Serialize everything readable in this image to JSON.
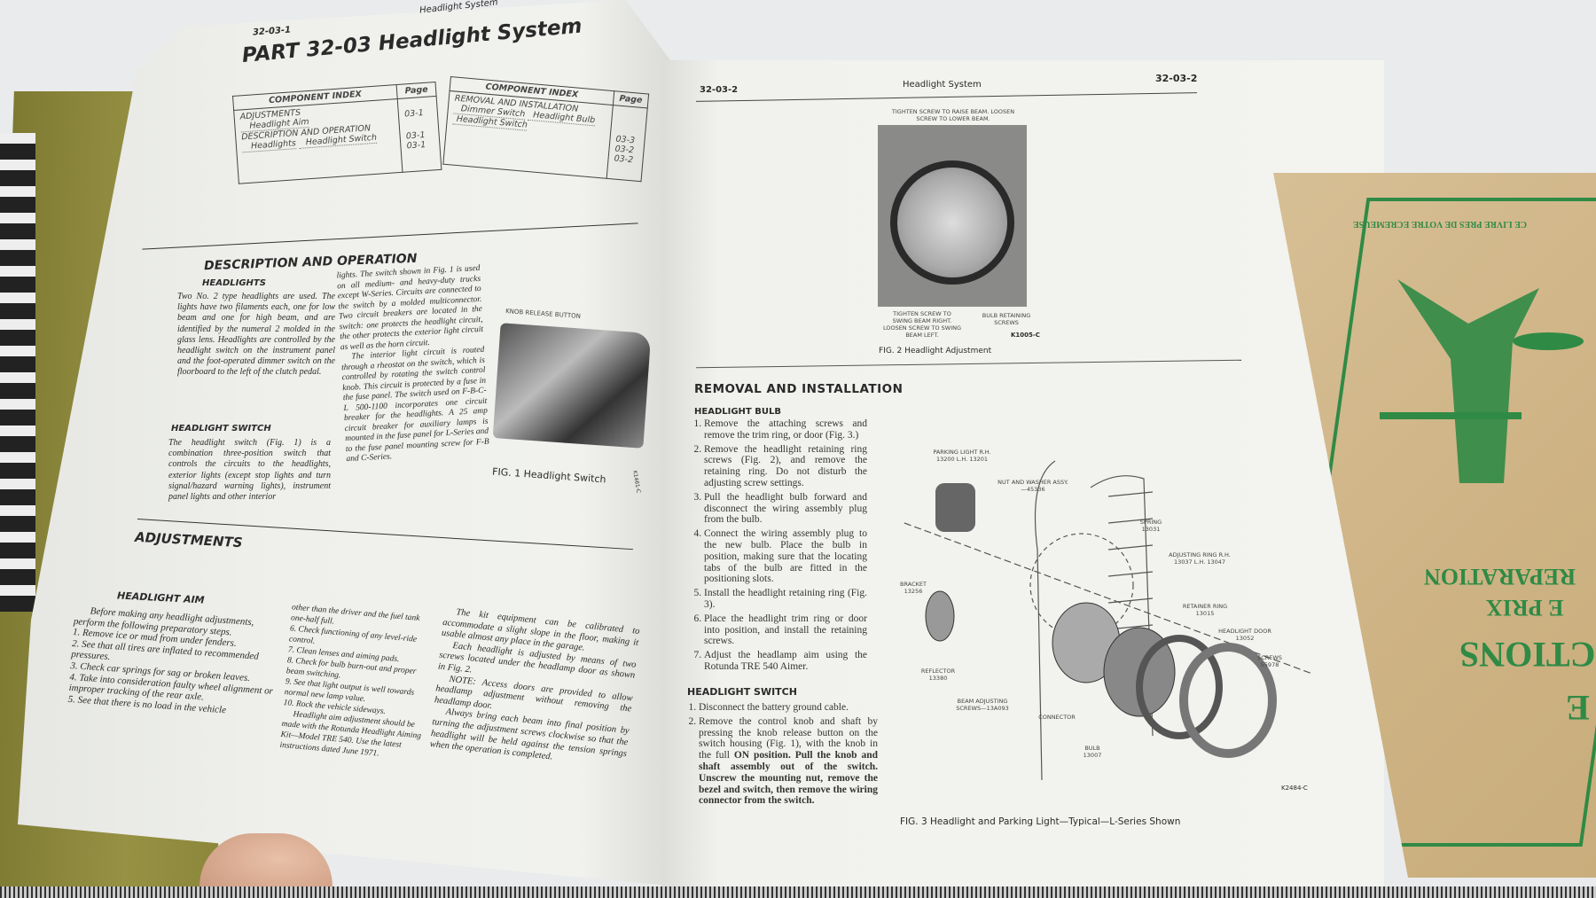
{
  "left_page": {
    "running_head": "Headlight System",
    "page_number": "32-03-1",
    "title": "PART 32-03 Headlight System",
    "index_left": {
      "header": "COMPONENT INDEX",
      "page_header": "Page",
      "rows": [
        {
          "label": "ADJUSTMENTS",
          "page": "03-1"
        },
        {
          "label": "Headlight Aim",
          "page": ""
        },
        {
          "label": "DESCRIPTION AND OPERATION",
          "page": "03-1"
        },
        {
          "label": "Headlights",
          "page": "03-1"
        },
        {
          "label": "Headlight Switch",
          "page": ""
        }
      ]
    },
    "index_right": {
      "header": "COMPONENT INDEX",
      "page_header": "Page",
      "rows": [
        {
          "label": "REMOVAL AND INSTALLATION",
          "page": ""
        },
        {
          "label": "Dimmer Switch",
          "page": "03-3"
        },
        {
          "label": "Headlight Bulb",
          "page": "03-2"
        },
        {
          "label": "Headlight Switch",
          "page": "03-2"
        }
      ]
    },
    "description_heading": "DESCRIPTION AND OPERATION",
    "headlights_heading": "HEADLIGHTS",
    "headlights_text": "Two No. 2 type headlights are used. The lights have two filaments each, one for low beam and one for high beam, and are identified by the numeral 2 molded in the glass lens. Headlights are controlled by the headlight switch on the instrument panel and the foot-operated dimmer switch on the floorboard to the left of the clutch pedal.",
    "switch_heading": "HEADLIGHT SWITCH",
    "switch_text": "The headlight switch (Fig. 1) is a combination three-position switch that controls the circuits to the headlights, exterior lights (except stop lights and turn signal/hazard warning lights), instrument panel lights and other interior",
    "col2_text_1": "lights. The switch shown in Fig. 1 is used on all medium- and heavy-duty trucks except W-Series. Circuits are connected to the switch by a molded multiconnector. Two circuit breakers are located in the switch: one protects the headlight circuit, the other protects the exterior light circuit as well as the horn circuit.",
    "col2_text_2": "The interior light circuit is routed through a rheostat on the switch, which is controlled by rotating the switch control knob. This circuit is protected by a fuse in the fuse panel. The switch used on F-B-C-L 500-1100 incorporates one circuit breaker for the headlights. A 25 amp circuit breaker for auxiliary lamps is mounted in the fuse panel for L-Series and to the fuse panel mounting screw for F-B and C-Series.",
    "fig1_label": "KNOB RELEASE BUTTON",
    "fig1_caption": "FIG. 1 Headlight Switch",
    "fig1_code": "K1461-C",
    "adjustments_heading": "ADJUSTMENTS",
    "aim_heading": "HEADLIGHT AIM",
    "aim_intro": "Before making any headlight adjustments, perform the following preparatory steps.",
    "aim_steps_a": [
      "1. Remove ice or mud from under fenders.",
      "2. See that all tires are inflated to recommended pressures.",
      "3. Check car springs for sag or broken leaves.",
      "4. Take into consideration faulty wheel alignment or improper tracking of the rear axle.",
      "5. See that there is no load in the vehicle"
    ],
    "aim_steps_b_lead": "other than the driver and the fuel tank one-half full.",
    "aim_steps_b": [
      "6. Check functioning of any level-ride control.",
      "7. Clean lenses and aiming pads.",
      "8. Check for bulb burn-out and proper beam switching.",
      "9. See that light output is well towards normal new lamp value.",
      "10. Rock the vehicle sideways."
    ],
    "aim_kit_text": "Headlight aim adjustment should be made with the Rotunda Headlight Aiming Kit—Model TRE 540. Use the latest instructions dated June 1971.",
    "col3_p1": "The kit equipment can be calibrated to accommodate a slight slope in the floor, making it usable almost any place in the garage.",
    "col3_p2": "Each headlight is adjusted by means of two screws located under the headlamp door as shown in Fig. 2.",
    "col3_p3": "NOTE: Access doors are provided to allow headlamp adjustment without removing the headlamp door.",
    "col3_p4": "Always bring each beam into final position by turning the adjustment screws clockwise so that the headlight will be held against the tension springs when the operation is completed."
  },
  "right_page": {
    "page_number_left": "32-03-2",
    "running_head": "Headlight System",
    "page_number_right": "32-03-2",
    "fig2": {
      "label_top": "TIGHTEN SCREW TO RAISE BEAM. LOOSEN SCREW TO LOWER BEAM.",
      "label_bottom_left": "TIGHTEN SCREW TO SWING BEAM RIGHT. LOOSEN SCREW TO SWING BEAM LEFT.",
      "label_bottom_right": "BULB RETAINING SCREWS",
      "code": "K1005-C",
      "caption": "FIG. 2 Headlight Adjustment"
    },
    "removal_heading": "REMOVAL AND INSTALLATION",
    "bulb_heading": "HEADLIGHT BULB",
    "bulb_steps": [
      "Remove the attaching screws and remove the trim ring, or door (Fig. 3.)",
      "Remove the headlight retaining ring screws (Fig. 2), and remove the retaining ring. Do not disturb the adjusting screw settings.",
      "Pull the headlight bulb forward and disconnect the wiring assembly plug from the bulb.",
      "Connect the wiring assembly plug to the new bulb. Place the bulb in position, making sure that the locating tabs of the bulb are fitted in the positioning slots.",
      "Install the headlight retaining ring (Fig. 3).",
      "Place the headlight trim ring or door into position, and install the retaining screws.",
      "Adjust the headlamp aim using the Rotunda TRE 540 Aimer."
    ],
    "switch_heading": "HEADLIGHT SWITCH",
    "switch_step1": "Disconnect the battery ground cable.",
    "switch_step2_plain": "Remove the control knob and shaft by pressing the knob release button on the switch housing (Fig. 1), with the knob in the full ",
    "switch_step2_on": "ON",
    "switch_step2_rest": " position. Pull the knob and shaft assembly out of the switch. Unscrew the mounting nut, remove the bezel and switch, then remove the wiring connector from the switch.",
    "fig3": {
      "labels": {
        "parking_light": "PARKING LIGHT R.H. 13200 L.H. 13201",
        "nut_washer": "NUT AND WASHER ASSY.—45336",
        "spring": "SPRING 13031",
        "adjusting_ring": "ADJUSTING RING R.H. 13037 L.H. 13047",
        "bracket": "BRACKET 13256",
        "retainer_ring": "RETAINER RING 13015",
        "headlight_door": "HEADLIGHT DOOR 13052",
        "screws": "SCREWS 55978",
        "reflector": "REFLECTOR 13380",
        "beam_screws": "BEAM ADJUSTING SCREWS—13A093",
        "connector": "CONNECTOR",
        "bulb": "BULB 13007"
      },
      "code": "K2484-C",
      "caption": "FIG. 3 Headlight and Parking Light—Typical—L-Series Shown"
    }
  },
  "booklet": {
    "line1": "CE LIVRE PRES DE VOTRE ECREMEUSE",
    "line2": "REPARATION",
    "line3": "E PRIX",
    "line4": "CTIONS",
    "line5": "E"
  },
  "colors": {
    "booklet_green": "#2f8a45",
    "binder_olive": "#8c873b",
    "paper": "#f1f2ee"
  }
}
